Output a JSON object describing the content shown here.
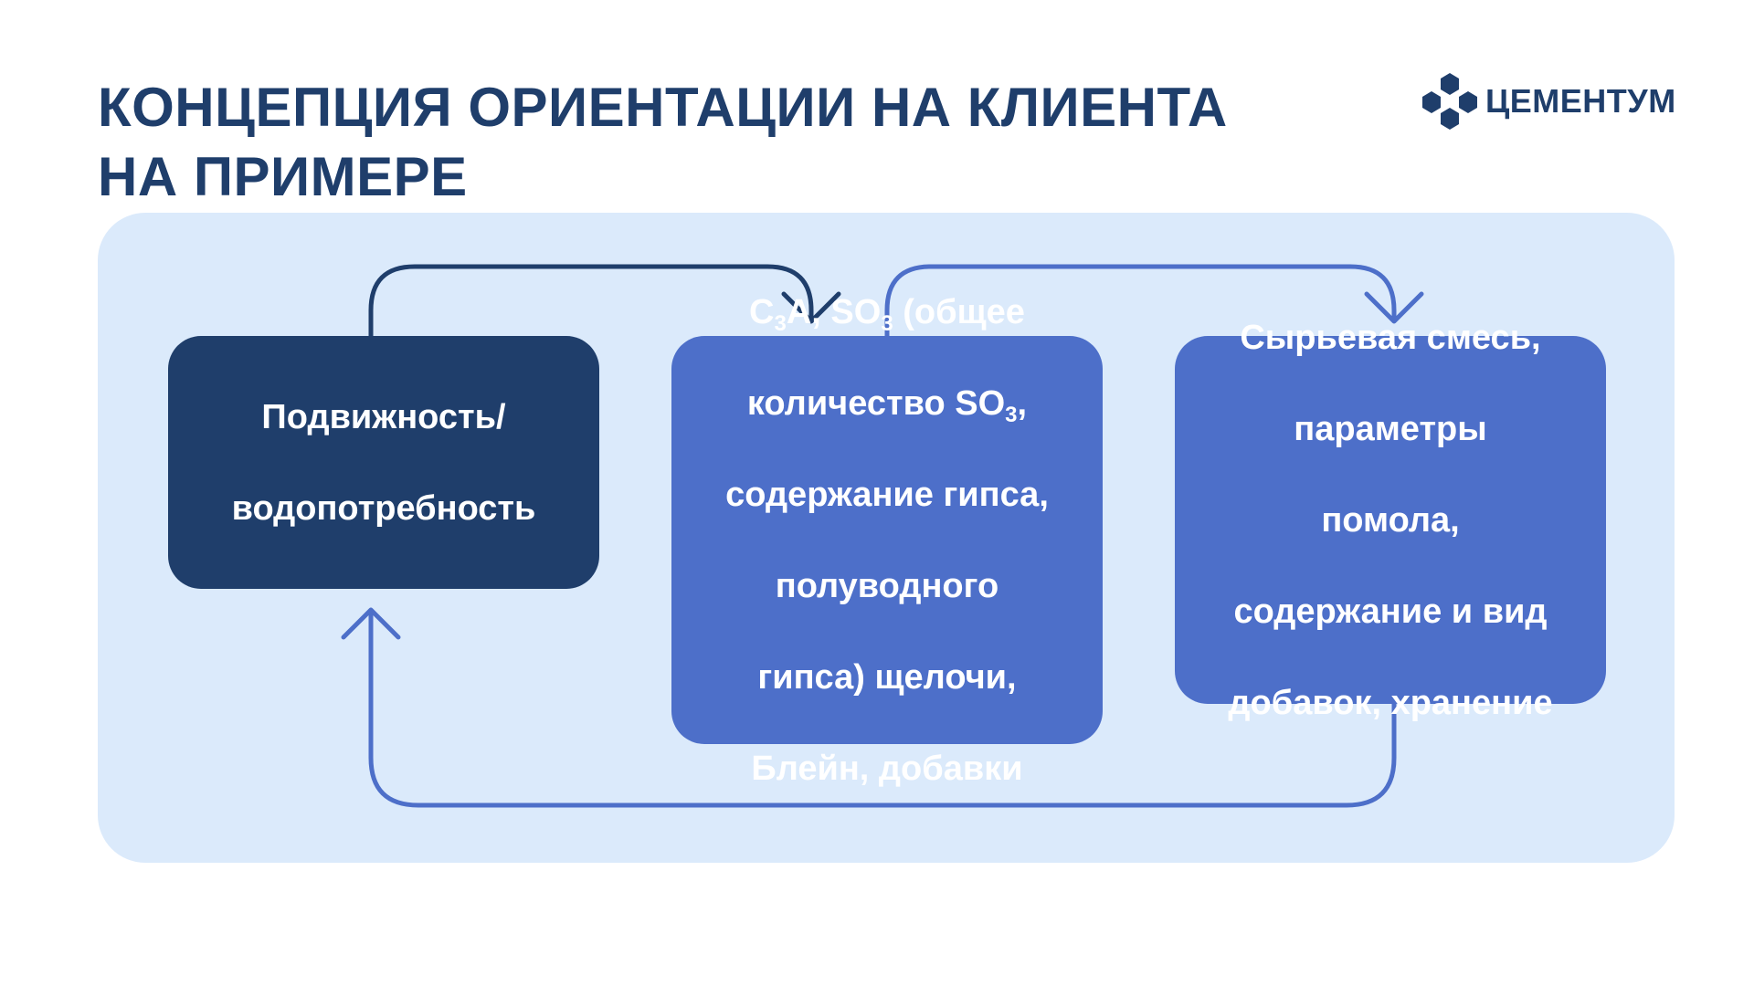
{
  "header": {
    "title_line1": "КОНЦЕПЦИЯ ОРИЕНТАЦИИ НА КЛИЕНТА",
    "title_line2": "НА ПРИМЕРЕ"
  },
  "logo": {
    "text": "ЦЕМЕНТУМ",
    "icon": "hexagon-molecule-icon"
  },
  "diagram": {
    "nodes": [
      {
        "id": "mobility",
        "lines": [
          "Подвижность/",
          "водопотребность"
        ]
      },
      {
        "id": "composition",
        "line1_c": "C",
        "line1_c_sub": "3",
        "line1_a": "A, SO",
        "line1_so_sub": "3",
        "line1_rest": " (общее",
        "line2_main": "количество SO",
        "line2_sub": "3",
        "line2_rest": ",",
        "lines_after": [
          "содержание гипса,",
          "полуводного",
          "гипса) щелочи,",
          "Блейн, добавки"
        ]
      },
      {
        "id": "raw-mix",
        "lines": [
          "Сырьевая смесь,",
          "параметры",
          "помола,",
          "содержание и вид",
          "добавок, хранение"
        ]
      }
    ],
    "edges": [
      {
        "from": "mobility",
        "to": "composition",
        "color": "#1f3e6b"
      },
      {
        "from": "composition",
        "to": "raw-mix",
        "color": "#4d6fc9"
      },
      {
        "from": "raw-mix",
        "to": "mobility",
        "color": "#4d6fc9"
      }
    ]
  },
  "colors": {
    "title": "#1f3e6b",
    "panel_bg": "#dbeafb",
    "dark_box": "#1f3e6b",
    "accent_box": "#4d6fc9"
  }
}
